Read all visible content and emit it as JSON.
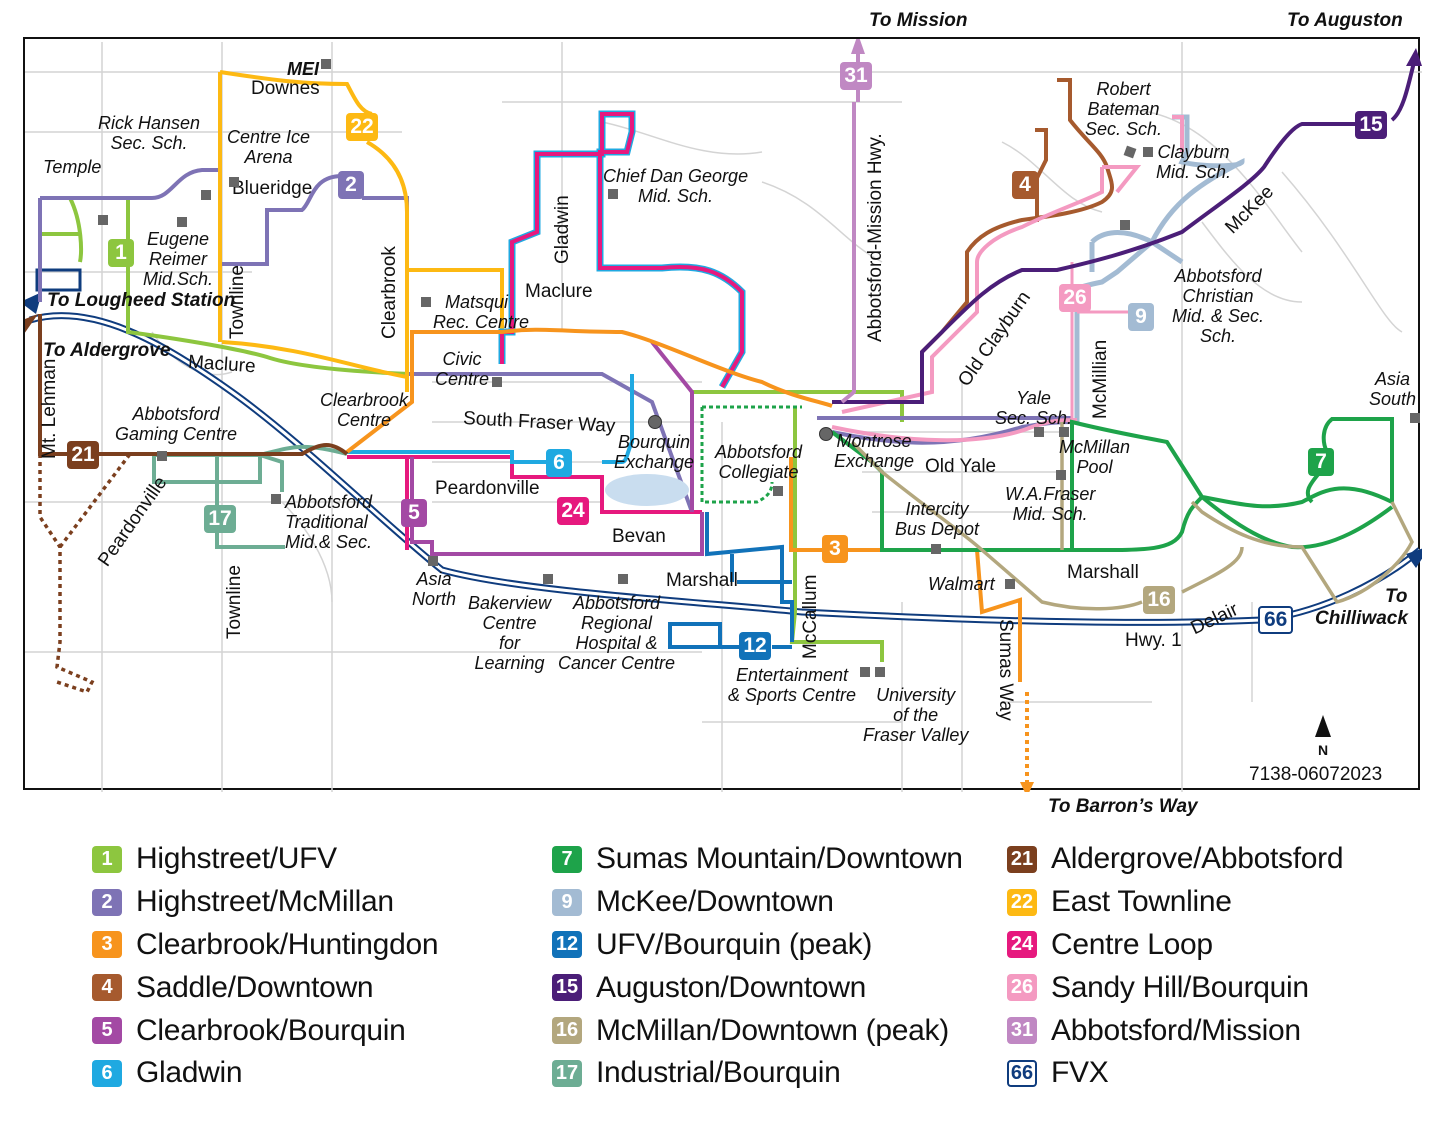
{
  "map": {
    "edges": {
      "to_mission": "To Mission",
      "to_auguston": "To Auguston",
      "to_lougheed": "To Lougheed Station",
      "to_aldergrove": "To Aldergrove",
      "to_chilliwack_1": "To",
      "to_chilliwack_2": "Chilliwack",
      "to_barrons_way": "To Barron’s Way"
    },
    "roads": {
      "downes": "Downes",
      "blueridge": "Blueridge",
      "townline_n": "Townline",
      "clearbrook": "Clearbrook",
      "gladwin": "Gladwin",
      "maclure_w": "Maclure",
      "maclure_e": "Maclure",
      "south_fraser_way": "South Fraser Way",
      "peardonville": "Peardonville",
      "peardonville_w": "Peardonville",
      "bevan": "Bevan",
      "marshall_w": "Marshall",
      "marshall_e": "Marshall",
      "mccallum": "McCallum",
      "mt_lehman": "Mt. Lehman",
      "townline_s": "Townline",
      "abbotsford_mission_hwy": "Abbotsford-Mission Hwy.",
      "old_clayburn": "Old Clayburn",
      "mckee": "McKee",
      "mcmillan": "McMillian",
      "old_yale": "Old Yale",
      "delair": "Delair",
      "hwy1": "Hwy. 1",
      "sumas_way": "Sumas Way"
    },
    "places": {
      "mei": "MEI",
      "rick_hansen": [
        "Rick Hansen",
        "Sec. Sch."
      ],
      "centre_ice": [
        "Centre Ice",
        "Arena"
      ],
      "temple": "Temple",
      "eugene_reimer": [
        "Eugene",
        "Reimer",
        "Mid.Sch."
      ],
      "chief_dan_george": [
        "Chief Dan George",
        "Mid. Sch."
      ],
      "matsqui_rec": [
        "Matsqui",
        "Rec. Centre"
      ],
      "civic_centre": [
        "Civic",
        "Centre"
      ],
      "clearbrook_centre": [
        "Clearbrook",
        "Centre"
      ],
      "gaming_centre": [
        "Abbotsford",
        "Gaming Centre"
      ],
      "traditional": [
        "Abbotsford",
        "Traditional",
        "Mid.& Sec."
      ],
      "bourquin": [
        "Bourquin",
        "Exchange"
      ],
      "collegiate": [
        "Abbotsford",
        "Collegiate"
      ],
      "montrose": [
        "Montrose",
        "Exchange"
      ],
      "asia_north": [
        "Asia",
        "North"
      ],
      "bakerview": [
        "Bakerview",
        "Centre",
        "for",
        "Learning"
      ],
      "hospital": [
        "Abbotsford",
        "Regional",
        "Hospital &",
        "Cancer Centre"
      ],
      "entertainment": [
        "Entertainment",
        "& Sports Centre"
      ],
      "ufv": [
        "University",
        "of the",
        "Fraser Valley"
      ],
      "intercity": [
        "Intercity",
        "Bus Depot"
      ],
      "walmart": "Walmart",
      "wa_fraser": [
        "W.A.Fraser",
        "Mid. Sch."
      ],
      "mcmillan_pool": [
        "McMillan",
        "Pool"
      ],
      "yale": [
        "Yale",
        "Sec. Sch."
      ],
      "robert_bateman": [
        "Robert",
        "Bateman",
        "Sec. Sch."
      ],
      "clayburn": [
        "Clayburn",
        "Mid. Sch."
      ],
      "abbotsford_christian": [
        "Abbotsford",
        "Christian",
        "Mid. & Sec.",
        "Sch."
      ],
      "asia_south": [
        "Asia",
        "South"
      ]
    },
    "north_label": "N",
    "map_code": "7138-06072023"
  },
  "routes": [
    {
      "num": "1",
      "name": "Highstreet/UFV",
      "color": "#8DC63F",
      "text": "#ffffff"
    },
    {
      "num": "2",
      "name": "Highstreet/McMillan",
      "color": "#7E73B5",
      "text": "#ffffff"
    },
    {
      "num": "3",
      "name": "Clearbrook/Huntingdon",
      "color": "#F7941D",
      "text": "#ffffff"
    },
    {
      "num": "4",
      "name": "Saddle/Downtown",
      "color": "#A65A2E",
      "text": "#ffffff"
    },
    {
      "num": "5",
      "name": "Clearbrook/Bourquin",
      "color": "#A349A4",
      "text": "#ffffff"
    },
    {
      "num": "6",
      "name": "Gladwin",
      "color": "#1FA9E1",
      "text": "#ffffff"
    },
    {
      "num": "7",
      "name": "Sumas Mountain/Downtown",
      "color": "#1EA34A",
      "text": "#ffffff"
    },
    {
      "num": "9",
      "name": "McKee/Downtown",
      "color": "#A3BBD3",
      "text": "#ffffff"
    },
    {
      "num": "12",
      "name": "UFV/Bourquin (peak)",
      "color": "#1172B9",
      "text": "#ffffff"
    },
    {
      "num": "15",
      "name": "Auguston/Downtown",
      "color": "#4B1E78",
      "text": "#ffffff"
    },
    {
      "num": "16",
      "name": "McMillan/Downtown (peak)",
      "color": "#B3A77E",
      "text": "#ffffff"
    },
    {
      "num": "17",
      "name": "Industrial/Bourquin",
      "color": "#6DAD94",
      "text": "#ffffff"
    },
    {
      "num": "21",
      "name": "Aldergrove/Abbotsford",
      "color": "#7B3F1E",
      "text": "#ffffff"
    },
    {
      "num": "22",
      "name": "East Townline",
      "color": "#FDB913",
      "text": "#ffffff"
    },
    {
      "num": "24",
      "name": "Centre Loop",
      "color": "#E6197E",
      "text": "#ffffff"
    },
    {
      "num": "26",
      "name": "Sandy Hill/Bourquin",
      "color": "#F49AC1",
      "text": "#ffffff"
    },
    {
      "num": "31",
      "name": "Abbotsford/Mission",
      "color": "#C088C3",
      "text": "#ffffff"
    },
    {
      "num": "66",
      "name": "FVX",
      "color": "#ffffff",
      "text": "#0F3C7E",
      "border": "#0F3C7E"
    }
  ]
}
